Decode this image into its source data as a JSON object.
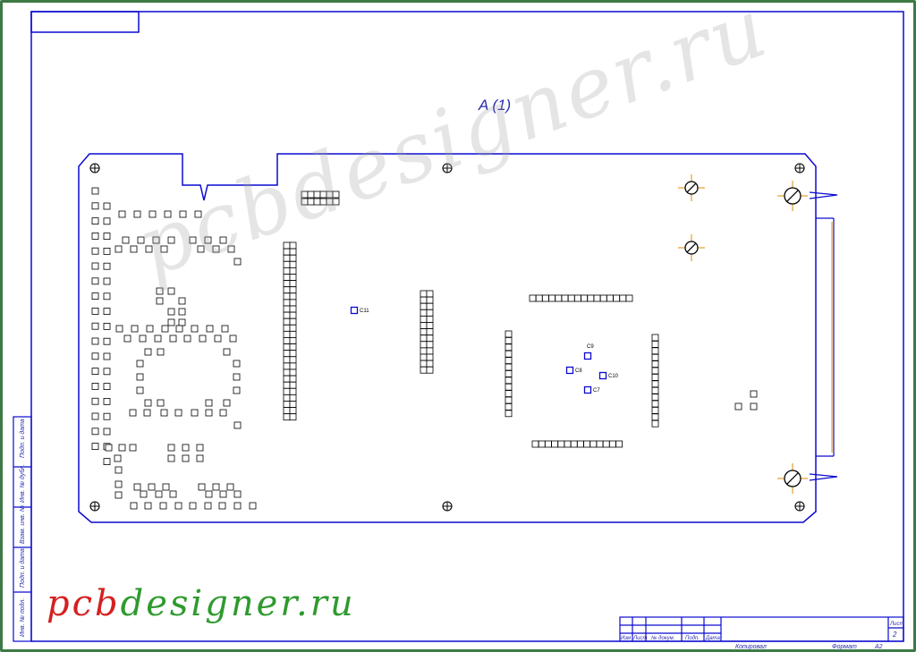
{
  "drawing": {
    "view_label": "A (1)",
    "watermark": "pcbdesigner.ru",
    "logo": {
      "part1": "pcb",
      "part2": "designer.ru"
    },
    "colors": {
      "line": "#0a0ad0",
      "frame": "#3e7a45",
      "axis": "#e08a00",
      "logo_red": "#d42020",
      "logo_green": "#2f9a2f"
    },
    "refdes": [
      "C11",
      "C9",
      "C8",
      "C10",
      "C7"
    ],
    "title_block": {
      "col_labels": [
        "Изм",
        "Лист",
        "№ докум.",
        "Подп.",
        "Дата"
      ],
      "sheet_label": "Лист",
      "sheet_no": "2",
      "copied": "Копировал",
      "format": "Формат",
      "format_value": "A2"
    },
    "side_stamp": [
      "Подп. и дата",
      "Инв. № дубл.",
      "Взам. инв. №",
      "Подп. и дата",
      "Инв. № подл."
    ]
  }
}
